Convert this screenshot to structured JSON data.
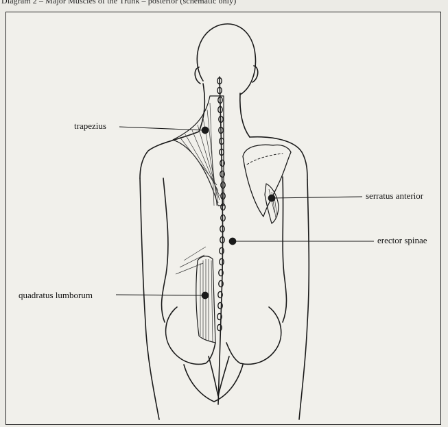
{
  "caption": "Diagram 2 – Major Muscles of the Trunk – posterior (schematic only)",
  "labels": {
    "trapezius": "trapezius",
    "serratus_anterior": "serratus anterior",
    "erector_spinae": "erector spinae",
    "quadratus_lumborum": "quadratus lumborum"
  }
}
